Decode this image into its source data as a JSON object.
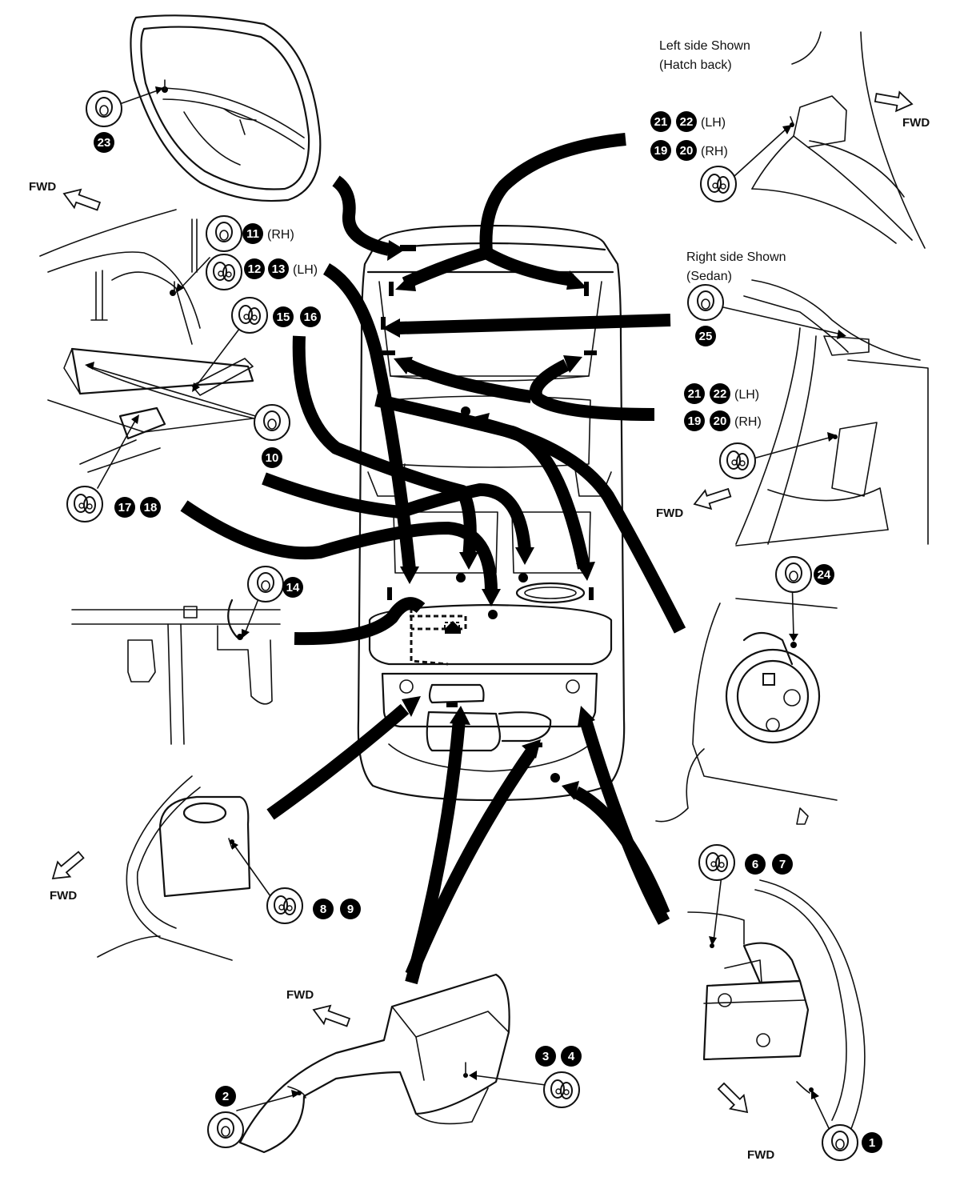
{
  "views": {
    "hatch_caption_1": "Left side Shown",
    "hatch_caption_2": "(Hatch back)",
    "sedan_caption_1": "Right side Shown",
    "sedan_caption_2": "(Sedan)"
  },
  "direction_label": "FWD",
  "side_labels": {
    "lh": "(LH)",
    "rh": "(RH)"
  },
  "callouts": {
    "c1": "1",
    "c2": "2",
    "c3": "3",
    "c4": "4",
    "c6": "6",
    "c7": "7",
    "c8": "8",
    "c9": "9",
    "c10": "10",
    "c11": "11",
    "c12": "12",
    "c13": "13",
    "c14": "14",
    "c15": "15",
    "c16": "16",
    "c17": "17",
    "c18": "18",
    "c19": "19",
    "c20": "20",
    "c21": "21",
    "c22": "22",
    "c23": "23",
    "c24": "24",
    "c25": "25",
    "c19b": "19",
    "c20b": "20",
    "c21b": "21",
    "c22b": "22"
  }
}
